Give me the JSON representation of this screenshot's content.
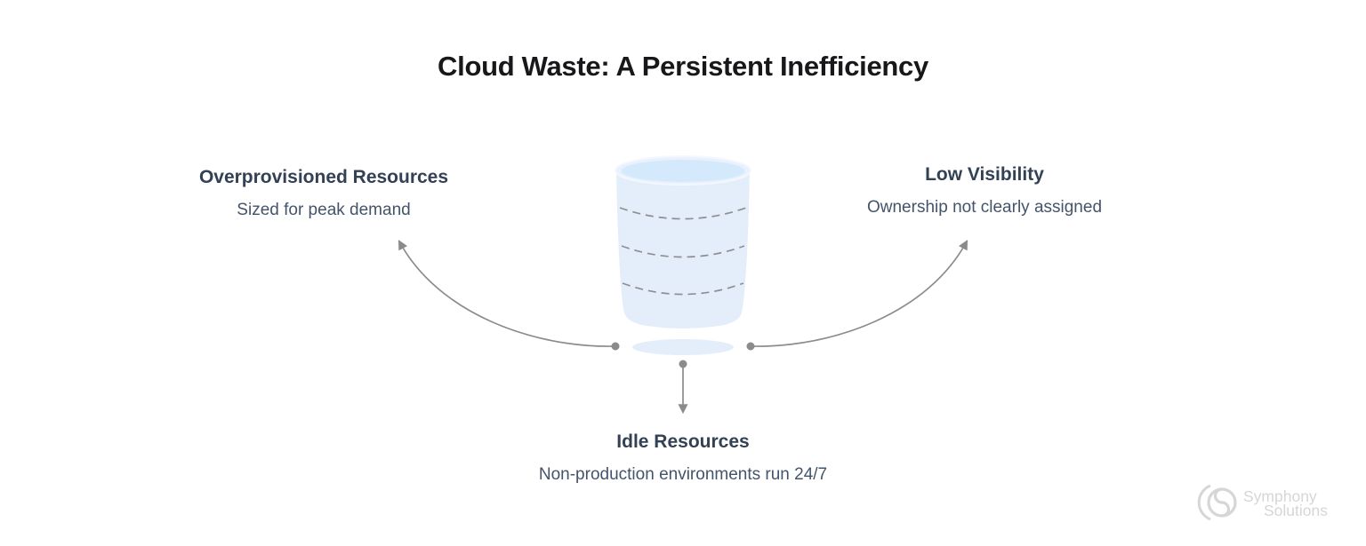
{
  "title": "Cloud Waste: A Persistent Inefficiency",
  "callouts": {
    "left": {
      "heading": "Overprovisioned Resources",
      "subtext": "Sized for peak demand"
    },
    "right": {
      "heading": "Low Visibility",
      "subtext": "Ownership not clearly assigned"
    },
    "bottom": {
      "heading": "Idle Resources",
      "subtext": "Non-production environments run 24/7"
    }
  },
  "illustration": {
    "name": "leaky-bucket",
    "dashed_levels": 3
  },
  "watermark": {
    "line1": "Symphony",
    "line2": "Solutions"
  },
  "colors": {
    "title_text": "#18181b",
    "heading_text": "#334155",
    "subtext_text": "#44546a",
    "bucket_body": "#e4eefb",
    "bucket_rim": "#e9f1fd",
    "bucket_opening": "#d5e9fc",
    "bucket_base": "#e4eefb",
    "dashed_line": "#8f8f8f",
    "arrow": "#8b8b8b",
    "watermark": "#d6d6d6"
  }
}
